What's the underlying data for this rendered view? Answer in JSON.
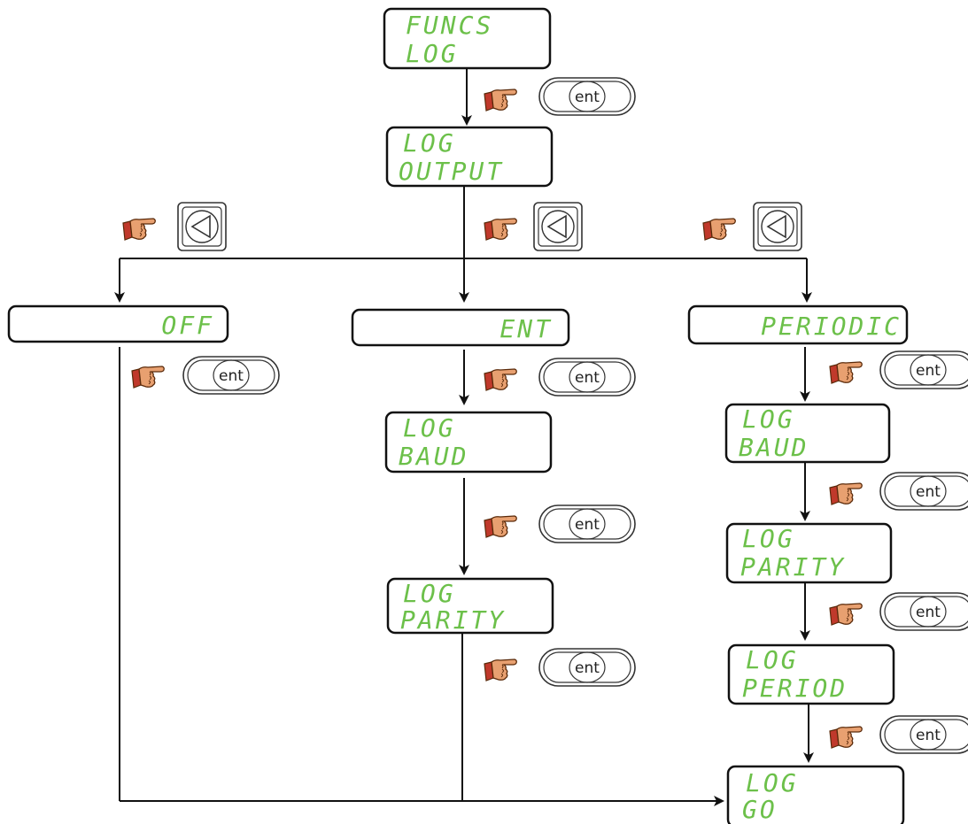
{
  "screens": {
    "funcs_log": {
      "line1": "FUNCS",
      "line2": "LOG"
    },
    "log_output": {
      "line1": "LOG",
      "line2": "OUTPUT"
    },
    "off": {
      "line1": "OFF"
    },
    "ent": {
      "line1": "ENT"
    },
    "periodic": {
      "line1": "PERIODIC"
    },
    "ent_log_baud": {
      "line1": "LOG",
      "line2": "BAUD"
    },
    "ent_log_parity": {
      "line1": "LOG",
      "line2": "PARITY"
    },
    "per_log_baud": {
      "line1": "LOG",
      "line2": "BAUD"
    },
    "per_log_parity": {
      "line1": "LOG",
      "line2": "PARITY"
    },
    "per_log_period": {
      "line1": "LOG",
      "line2": "PERIOD"
    },
    "log_go": {
      "line1": "LOG",
      "line2": "GO"
    }
  },
  "keys": {
    "ent_label": "ent",
    "left_arrow_icon": "left-arrow-icon",
    "pointing_hand_icon": "pointing-hand-icon"
  },
  "colors": {
    "lcd_text": "#6cc04a",
    "line": "#111111"
  }
}
